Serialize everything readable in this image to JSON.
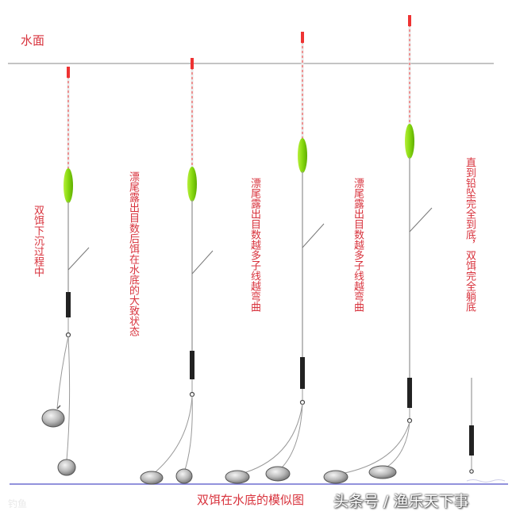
{
  "water_surface_label": "水面",
  "stage_labels": [
    "双饵下沉过程中",
    "漂尾露出目数后饵在水底的大致状态",
    "漂尾露出目数越多子线越弯曲",
    "漂尾露出目数越多子线越弯曲",
    "直到铅坠完全到底，双饵完全躺底"
  ],
  "bottom_caption": "双饵在水底的模似图",
  "credit": "头条号 / 渔乐天下事",
  "watermark": "钓鱼"
}
